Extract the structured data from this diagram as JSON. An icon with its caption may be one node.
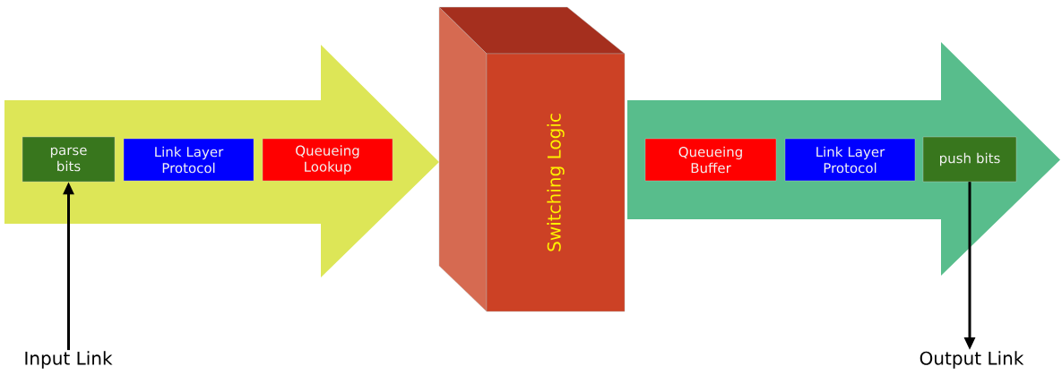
{
  "diagram": {
    "nodes": [
      {
        "text": [],
        "shape": "arrow"
      },
      {
        "text": [
          "parse bits"
        ],
        "in": 0
      },
      {
        "text": [
          "Link Layer Protocol"
        ],
        "in": 0
      },
      {
        "text": [
          "Queueing Lookup"
        ],
        "in": 0
      },
      {
        "text": [
          "Switching Logic"
        ]
      },
      {
        "text": [],
        "shape": "arrow"
      },
      {
        "text": [
          "Queueing Buffer"
        ],
        "in": 5
      },
      {
        "text": [
          "Link Layer Protocol"
        ],
        "in": 5
      },
      {
        "text": [
          "push bits"
        ],
        "in": 5
      },
      {
        "text": [
          "Input Link"
        ]
      },
      {
        "text": [
          "Output Link"
        ]
      }
    ],
    "edges": [
      {
        "from": 9,
        "to": 1,
        "arrow": "to"
      },
      {
        "from": 8,
        "to": 10,
        "arrow": "to"
      }
    ]
  }
}
